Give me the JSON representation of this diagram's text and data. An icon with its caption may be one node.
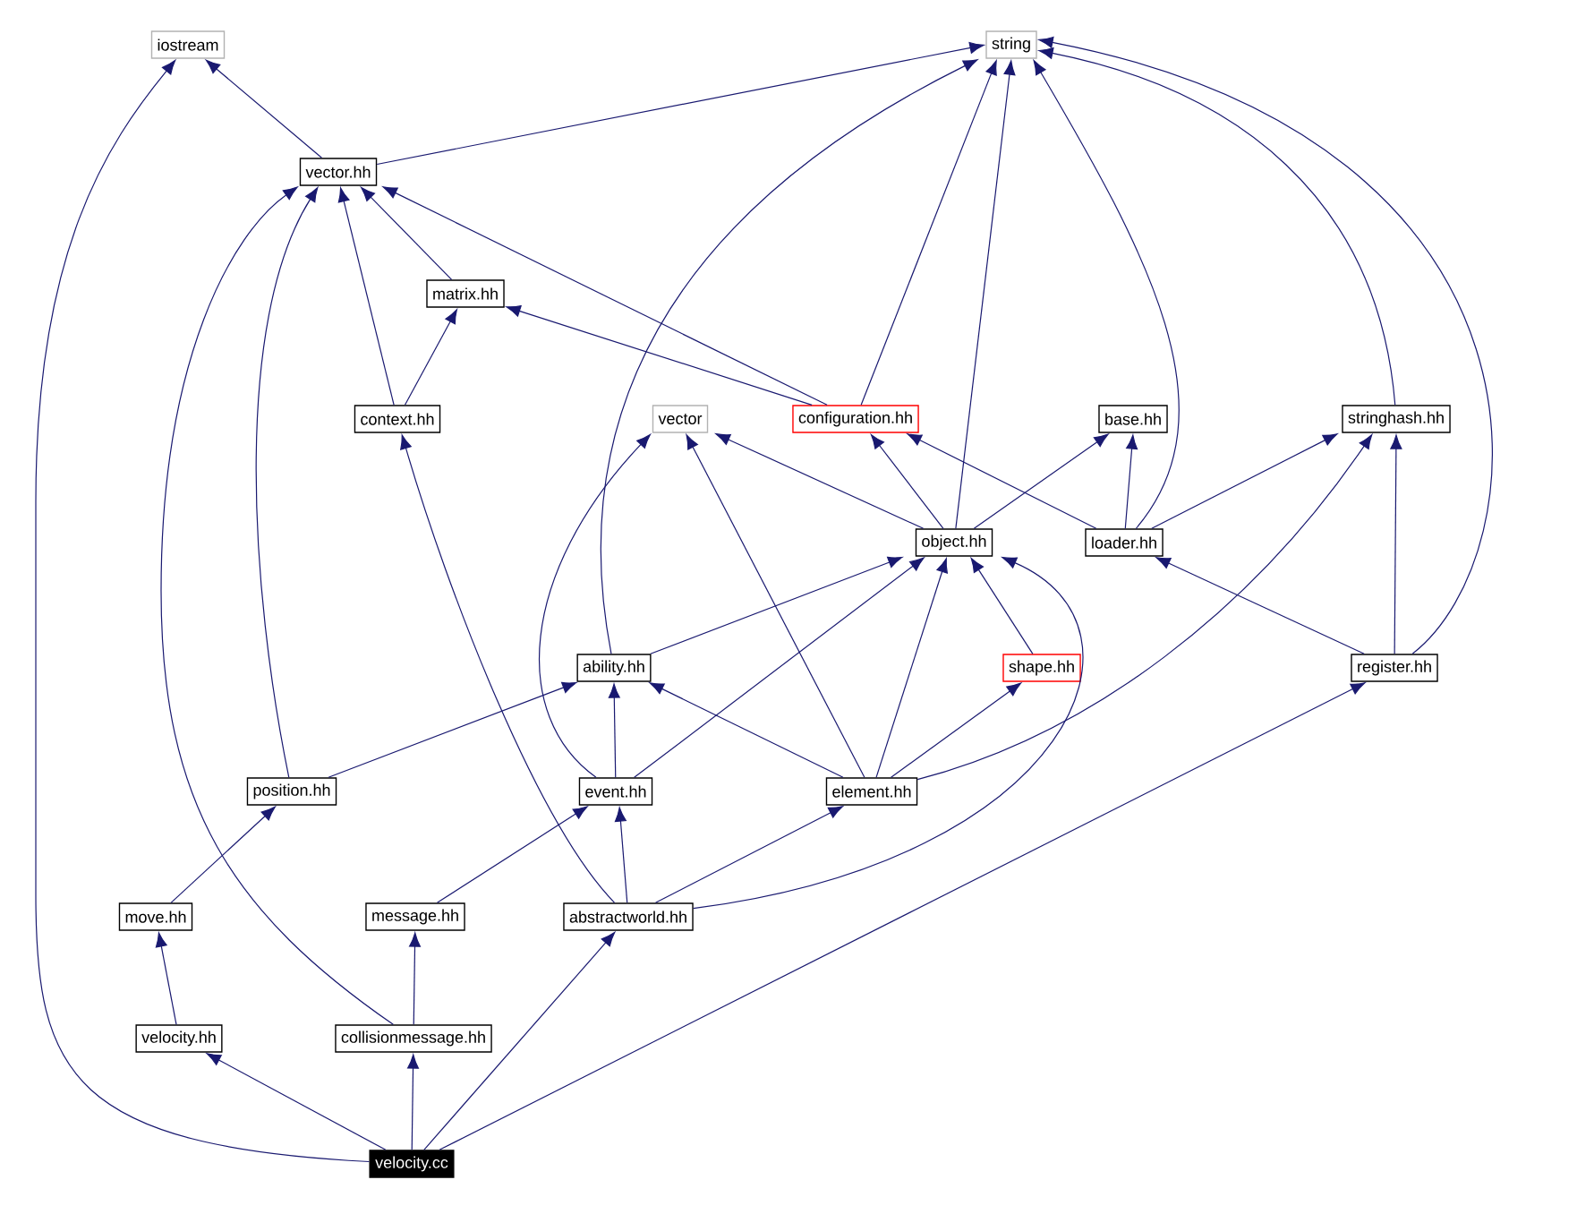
{
  "diagram": {
    "nodes": [
      {
        "text": [
          "iostream"
        ]
      },
      {
        "text": [
          "string"
        ]
      },
      {
        "text": [
          "vector.hh"
        ]
      },
      {
        "text": [
          "matrix.hh"
        ]
      },
      {
        "text": [
          "context.hh"
        ]
      },
      {
        "text": [
          "vector"
        ]
      },
      {
        "text": [
          "configuration.hh"
        ]
      },
      {
        "text": [
          "base.hh"
        ]
      },
      {
        "text": [
          "stringhash.hh"
        ]
      },
      {
        "text": [
          "object.hh"
        ]
      },
      {
        "text": [
          "loader.hh"
        ]
      },
      {
        "text": [
          "ability.hh"
        ]
      },
      {
        "text": [
          "shape.hh"
        ]
      },
      {
        "text": [
          "register.hh"
        ]
      },
      {
        "text": [
          "position.hh"
        ]
      },
      {
        "text": [
          "event.hh"
        ]
      },
      {
        "text": [
          "element.hh"
        ]
      },
      {
        "text": [
          "move.hh"
        ]
      },
      {
        "text": [
          "message.hh"
        ]
      },
      {
        "text": [
          "abstractworld.hh"
        ]
      },
      {
        "text": [
          "velocity.hh"
        ]
      },
      {
        "text": [
          "collisionmessage.hh"
        ]
      },
      {
        "text": [
          "velocity.cc"
        ]
      }
    ],
    "edges": [
      {
        "from": 2,
        "to": 0,
        "arrow": "to"
      },
      {
        "from": 2,
        "to": 1,
        "arrow": "to"
      },
      {
        "from": 3,
        "to": 2,
        "arrow": "to"
      },
      {
        "from": 4,
        "to": 2,
        "arrow": "to"
      },
      {
        "from": 4,
        "to": 3,
        "arrow": "to"
      },
      {
        "from": 6,
        "to": 2,
        "arrow": "to"
      },
      {
        "from": 6,
        "to": 3,
        "arrow": "to"
      },
      {
        "from": 6,
        "to": 1,
        "arrow": "to"
      },
      {
        "from": 9,
        "to": 1,
        "arrow": "to"
      },
      {
        "from": 9,
        "to": 5,
        "arrow": "to"
      },
      {
        "from": 9,
        "to": 6,
        "arrow": "to"
      },
      {
        "from": 9,
        "to": 7,
        "arrow": "to"
      },
      {
        "from": 10,
        "to": 1,
        "arrow": "to"
      },
      {
        "from": 10,
        "to": 6,
        "arrow": "to"
      },
      {
        "from": 10,
        "to": 7,
        "arrow": "to"
      },
      {
        "from": 10,
        "to": 8,
        "arrow": "to"
      },
      {
        "from": 8,
        "to": 1,
        "arrow": "to"
      },
      {
        "from": 13,
        "to": 1,
        "arrow": "to"
      },
      {
        "from": 13,
        "to": 8,
        "arrow": "to"
      },
      {
        "from": 13,
        "to": 10,
        "arrow": "to"
      },
      {
        "from": 11,
        "to": 1,
        "arrow": "to"
      },
      {
        "from": 11,
        "to": 9,
        "arrow": "to"
      },
      {
        "from": 12,
        "to": 9,
        "arrow": "to"
      },
      {
        "from": 14,
        "to": 2,
        "arrow": "to"
      },
      {
        "from": 14,
        "to": 11,
        "arrow": "to"
      },
      {
        "from": 15,
        "to": 11,
        "arrow": "to"
      },
      {
        "from": 15,
        "to": 9,
        "arrow": "to"
      },
      {
        "from": 15,
        "to": 5,
        "arrow": "to"
      },
      {
        "from": 16,
        "to": 5,
        "arrow": "to"
      },
      {
        "from": 16,
        "to": 9,
        "arrow": "to"
      },
      {
        "from": 16,
        "to": 11,
        "arrow": "to"
      },
      {
        "from": 16,
        "to": 12,
        "arrow": "to"
      },
      {
        "from": 16,
        "to": 8,
        "arrow": "to"
      },
      {
        "from": 17,
        "to": 14,
        "arrow": "to"
      },
      {
        "from": 18,
        "to": 15,
        "arrow": "to"
      },
      {
        "from": 19,
        "to": 15,
        "arrow": "to"
      },
      {
        "from": 19,
        "to": 16,
        "arrow": "to"
      },
      {
        "from": 19,
        "to": 9,
        "arrow": "to"
      },
      {
        "from": 19,
        "to": 4,
        "arrow": "to"
      },
      {
        "from": 21,
        "to": 18,
        "arrow": "to"
      },
      {
        "from": 21,
        "to": 2,
        "arrow": "to"
      },
      {
        "from": 20,
        "to": 17,
        "arrow": "to"
      },
      {
        "from": 22,
        "to": 20,
        "arrow": "to"
      },
      {
        "from": 22,
        "to": 21,
        "arrow": "to"
      },
      {
        "from": 22,
        "to": 19,
        "arrow": "to"
      },
      {
        "from": 22,
        "to": 13,
        "arrow": "to"
      },
      {
        "from": 22,
        "to": 0,
        "arrow": "to"
      }
    ]
  }
}
